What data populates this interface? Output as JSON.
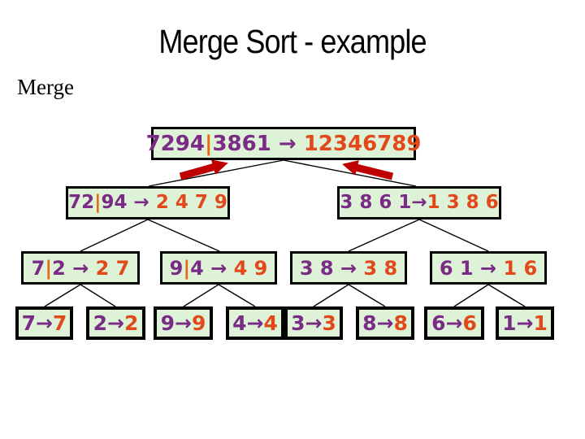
{
  "slide": {
    "title": "Merge Sort - example",
    "section_label": "Merge"
  },
  "colors": {
    "background": "#ffffff",
    "box_fill": "#def2d8",
    "box_border": "#000000",
    "digit_purple": "#7a2b85",
    "digit_orange": "#e2491a",
    "separator_orange": "#e8680b",
    "merge_arrow_red": "#c00000",
    "title_text": "#000000"
  },
  "tree": {
    "levels": [
      {
        "boxes": [
          {
            "id": "root",
            "segments": [
              {
                "text": "7294",
                "color": "purple"
              },
              {
                "text": "|",
                "color": "separator"
              },
              {
                "text": "3861",
                "color": "purple"
              },
              {
                "text": " → ",
                "color": "purple"
              },
              {
                "text": "12346789",
                "color": "orange"
              }
            ]
          }
        ]
      },
      {
        "boxes": [
          {
            "id": "l2-left",
            "segments": [
              {
                "text": "72",
                "color": "purple"
              },
              {
                "text": "|",
                "color": "separator"
              },
              {
                "text": "94",
                "color": "purple"
              },
              {
                "text": " → ",
                "color": "purple"
              },
              {
                "text": "2 4 7 9",
                "color": "orange"
              }
            ]
          },
          {
            "id": "l2-right",
            "segments": [
              {
                "text": "3 8 6 1",
                "color": "purple"
              },
              {
                "text": "→",
                "color": "purple"
              },
              {
                "text": "1 3 8 6",
                "color": "orange"
              }
            ]
          }
        ]
      },
      {
        "boxes": [
          {
            "id": "l3-a",
            "segments": [
              {
                "text": "7",
                "color": "purple"
              },
              {
                "text": "|",
                "color": "separator"
              },
              {
                "text": "2",
                "color": "purple"
              },
              {
                "text": " → ",
                "color": "purple"
              },
              {
                "text": "2 7",
                "color": "orange"
              }
            ]
          },
          {
            "id": "l3-b",
            "segments": [
              {
                "text": "9",
                "color": "purple"
              },
              {
                "text": "|",
                "color": "separator"
              },
              {
                "text": "4",
                "color": "purple"
              },
              {
                "text": " → ",
                "color": "purple"
              },
              {
                "text": "4 9",
                "color": "orange"
              }
            ]
          },
          {
            "id": "l3-c",
            "segments": [
              {
                "text": "3 8",
                "color": "purple"
              },
              {
                "text": " → ",
                "color": "purple"
              },
              {
                "text": "3 8",
                "color": "orange"
              }
            ]
          },
          {
            "id": "l3-d",
            "segments": [
              {
                "text": "6 1",
                "color": "purple"
              },
              {
                "text": " → ",
                "color": "purple"
              },
              {
                "text": "1 6",
                "color": "orange"
              }
            ]
          }
        ]
      },
      {
        "boxes": [
          {
            "id": "leaf-7",
            "segments": [
              {
                "text": "7",
                "color": "purple"
              },
              {
                "text": "→",
                "color": "purple"
              },
              {
                "text": "7",
                "color": "orange"
              }
            ]
          },
          {
            "id": "leaf-2",
            "segments": [
              {
                "text": "2",
                "color": "purple"
              },
              {
                "text": "→",
                "color": "purple"
              },
              {
                "text": "2",
                "color": "orange"
              }
            ]
          },
          {
            "id": "leaf-9",
            "segments": [
              {
                "text": "9",
                "color": "purple"
              },
              {
                "text": "→",
                "color": "purple"
              },
              {
                "text": "9",
                "color": "orange"
              }
            ]
          },
          {
            "id": "leaf-4",
            "segments": [
              {
                "text": "4",
                "color": "purple"
              },
              {
                "text": "→",
                "color": "purple"
              },
              {
                "text": "4",
                "color": "orange"
              }
            ]
          },
          {
            "id": "leaf-3",
            "segments": [
              {
                "text": "3",
                "color": "purple"
              },
              {
                "text": "→",
                "color": "purple"
              },
              {
                "text": "3",
                "color": "orange"
              }
            ]
          },
          {
            "id": "leaf-8",
            "segments": [
              {
                "text": "8",
                "color": "purple"
              },
              {
                "text": "→",
                "color": "purple"
              },
              {
                "text": "8",
                "color": "orange"
              }
            ]
          },
          {
            "id": "leaf-6",
            "segments": [
              {
                "text": "6",
                "color": "purple"
              },
              {
                "text": "→",
                "color": "purple"
              },
              {
                "text": "6",
                "color": "orange"
              }
            ]
          },
          {
            "id": "leaf-1",
            "segments": [
              {
                "text": "1",
                "color": "purple"
              },
              {
                "text": "→",
                "color": "purple"
              },
              {
                "text": "1",
                "color": "orange"
              }
            ]
          }
        ]
      }
    ]
  }
}
